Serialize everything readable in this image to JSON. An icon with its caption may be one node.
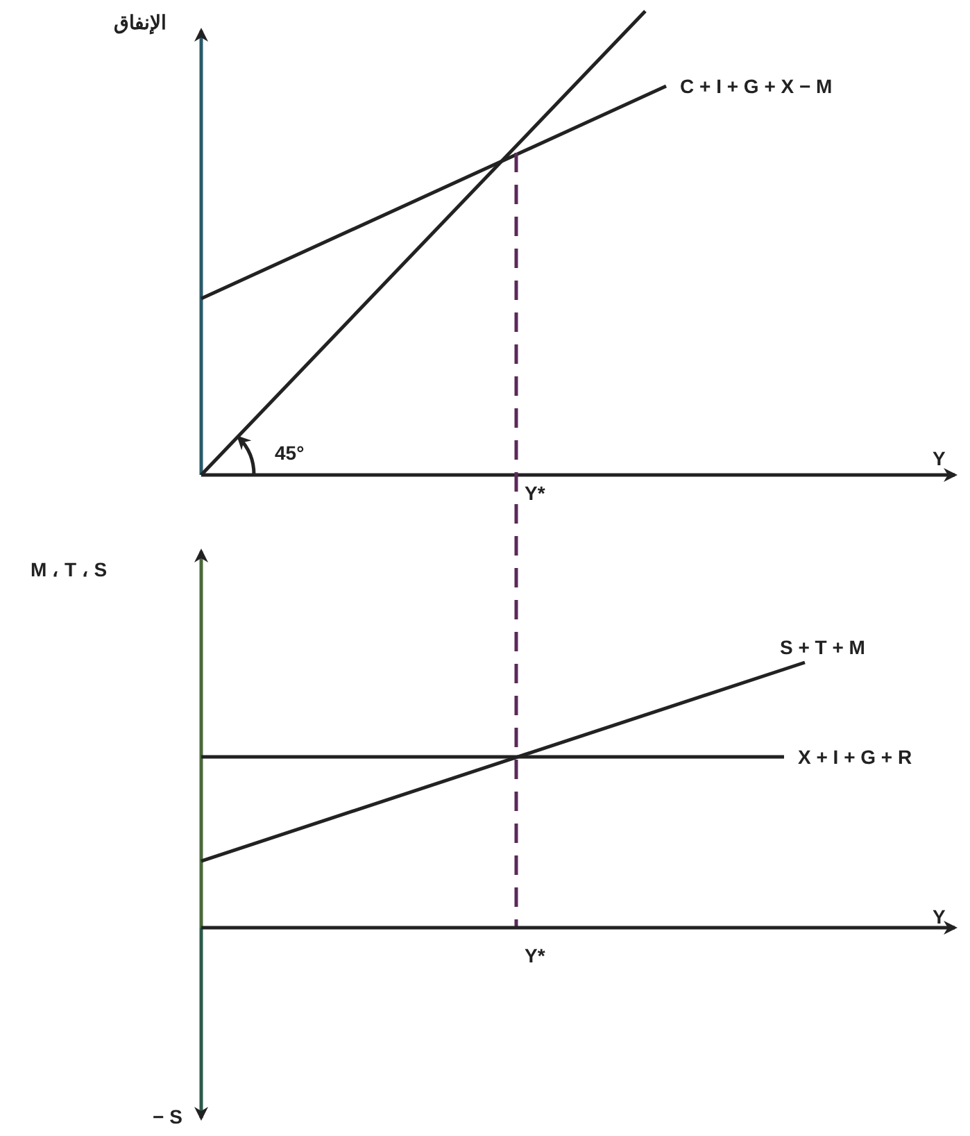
{
  "diagram": {
    "labels": [
      "الإنفاق",
      "C + I + G + X − M",
      "45°",
      "Y",
      "Y*",
      "M ، T ، S",
      "S + T + M",
      "X + I + G + R",
      "Y",
      "Y*",
      "− S"
    ]
  }
}
